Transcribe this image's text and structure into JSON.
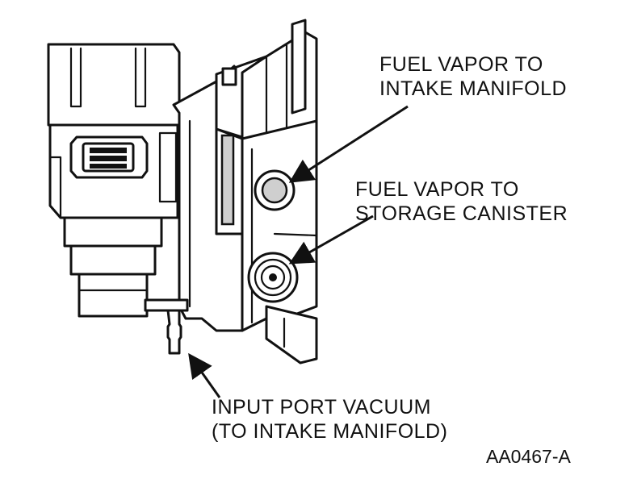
{
  "labels": {
    "intake_line1": "FUEL VAPOR TO",
    "intake_line2": "INTAKE MANIFOLD",
    "canister_line1": "FUEL VAPOR TO",
    "canister_line2": "STORAGE CANISTER",
    "vacuum_line1": "INPUT PORT VACUUM",
    "vacuum_line2": "(TO INTAKE MANIFOLD)"
  },
  "figure_id": "AA0467-A",
  "colors": {
    "line": "#111111",
    "background": "#ffffff",
    "shade": "#cfcfcf"
  }
}
